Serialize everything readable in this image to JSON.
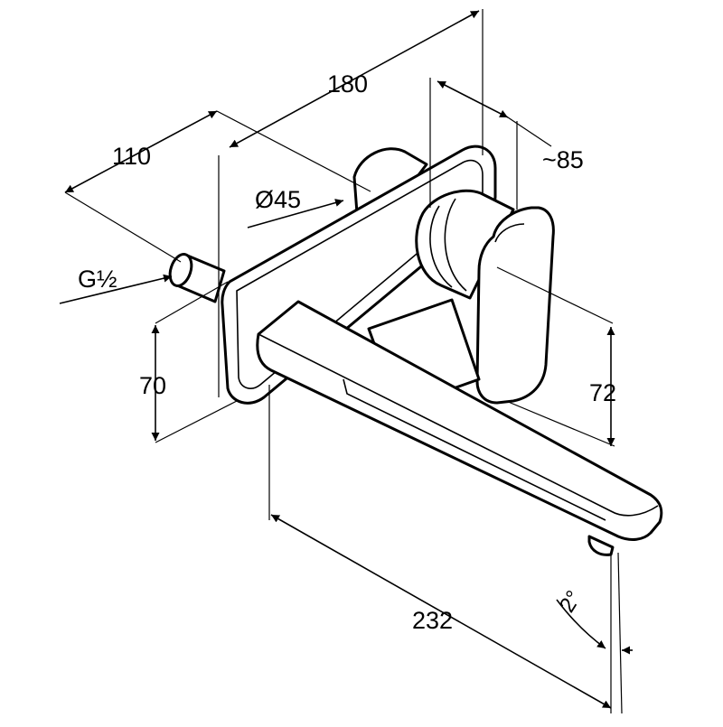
{
  "dimensions": {
    "d180": "180",
    "d110": "110",
    "d85": "~85",
    "d45": "Ø45",
    "thread": "G½",
    "d70": "70",
    "d72": "72",
    "d232": "232",
    "angle": "2°"
  }
}
